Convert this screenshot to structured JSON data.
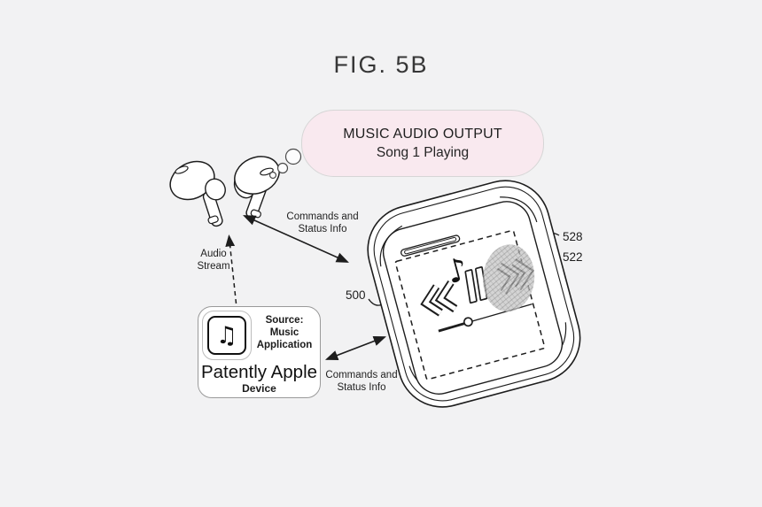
{
  "title": "FIG. 5B",
  "bubble": {
    "line1": "MUSIC AUDIO OUTPUT",
    "line2": "Song 1 Playing"
  },
  "connections": {
    "commands_top": {
      "line1": "Commands and",
      "line2": "Status Info"
    },
    "audio_stream": {
      "line1": "Audio",
      "line2": "Stream"
    },
    "commands_bottom": {
      "line1": "Commands and",
      "line2": "Status Info"
    }
  },
  "refs": {
    "case_number": "500",
    "touch_area_number": "528",
    "gesture_spot_number": "522"
  },
  "device": {
    "source_line1": "Source: Music",
    "source_line2": "Application",
    "brand": "Patently Apple",
    "label": "Device",
    "app_icon_glyph": "♫"
  },
  "case_screen": {
    "note_icon_glyph": "♪"
  },
  "icons": {
    "app_icon": "music-app-icon",
    "case_note": "music-note-icon",
    "rewind": "rewind-icon",
    "pause": "pause-icon",
    "fast_forward": "fast-forward-icon"
  },
  "colors": {
    "background": "#f2f2f3",
    "bubble_fill": "#f9e9ef",
    "ink": "#1d1d1d",
    "hatch_gray": "#9b9b9b"
  }
}
